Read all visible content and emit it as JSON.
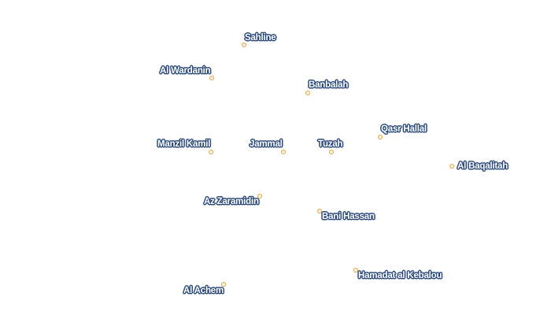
{
  "map": {
    "places": [
      {
        "key": "sahline",
        "name": "Sahline"
      },
      {
        "key": "al-wardanin",
        "name": "Al Wardanin"
      },
      {
        "key": "banbalah",
        "name": "Banbalah"
      },
      {
        "key": "qasr-hallal",
        "name": "Qasr Hallal"
      },
      {
        "key": "manzil-kamil",
        "name": "Manzil Kamil"
      },
      {
        "key": "jammal",
        "name": "Jammal"
      },
      {
        "key": "tuzah",
        "name": "Tuzah"
      },
      {
        "key": "al-baqalitah",
        "name": "Al Baqalitah"
      },
      {
        "key": "az-zaramidin",
        "name": "Az Zaramidin"
      },
      {
        "key": "bani-hassan",
        "name": "Bani Hassan"
      },
      {
        "key": "hamadat-al-kebalou",
        "name": "Hamadat al Kebalou"
      },
      {
        "key": "al-achem",
        "name": "Al Achem"
      }
    ]
  }
}
